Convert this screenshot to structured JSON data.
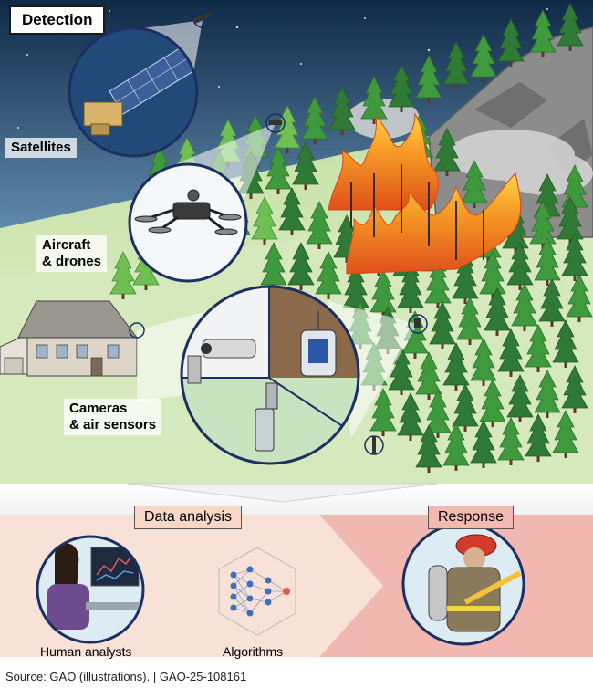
{
  "title": "Detection",
  "detection_methods": [
    {
      "label": "Satellites"
    },
    {
      "label": "Aircraft\n& drones"
    },
    {
      "label": "Cameras\n& air sensors"
    }
  ],
  "data_analysis": {
    "label": "Data analysis",
    "items": [
      {
        "label": "Human analysts",
        "icon": "human-analyst-icon"
      },
      {
        "label": "Algorithms",
        "icon": "neural-network-icon"
      }
    ]
  },
  "response": {
    "label": "Response",
    "icon": "firefighter-icon"
  },
  "source": "Source: GAO (illustrations).  |  GAO-25-108161",
  "colors": {
    "sky_top": "#0f2a47",
    "forest": "#3d8c3a",
    "fire": "#f07a1a",
    "data_band": "#f8e1d6",
    "response_band": "#f0b8b0",
    "circle_border": "#1b2f63"
  }
}
